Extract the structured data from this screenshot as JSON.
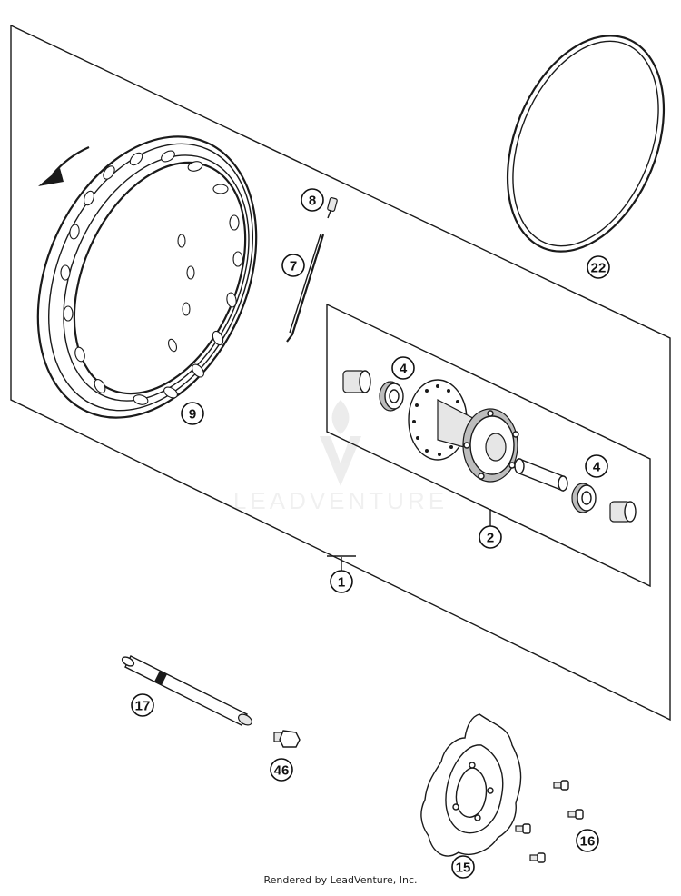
{
  "watermark": "LEADVENTURE",
  "footer": "Rendered by LeadVenture, Inc.",
  "callouts": {
    "c1": "1",
    "c2": "2",
    "c4a": "4",
    "c4b": "4",
    "c7": "7",
    "c8": "8",
    "c9": "9",
    "c15": "15",
    "c16": "16",
    "c17": "17",
    "c22": "22",
    "c46": "46"
  },
  "icons": {
    "rotation_arrow": "arrow-icon"
  }
}
